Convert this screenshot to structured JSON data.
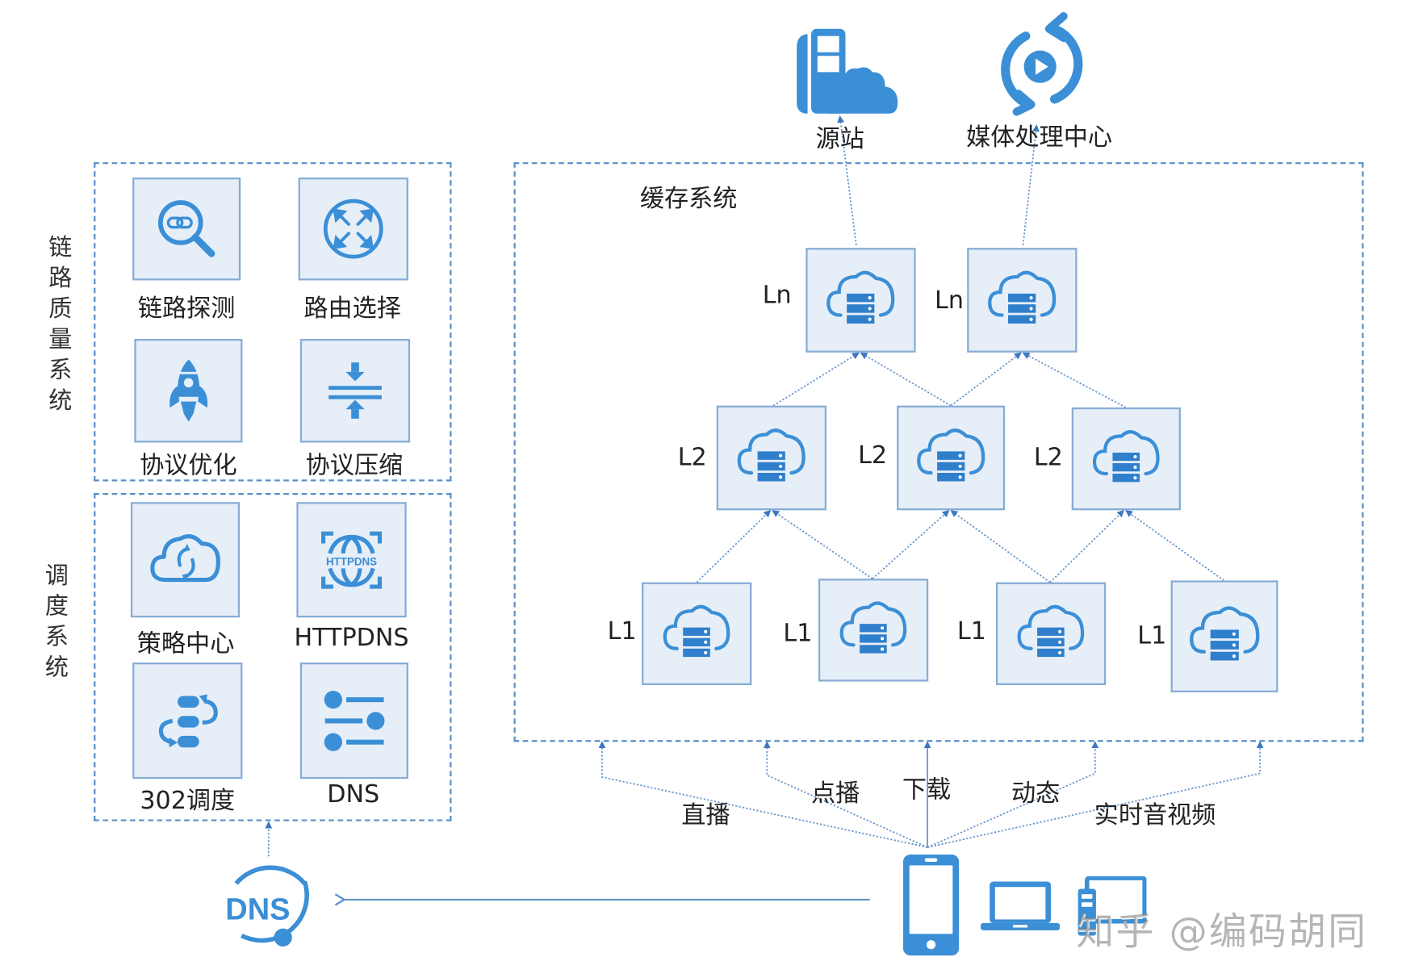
{
  "colors": {
    "icon_blue": "#3b8fd6",
    "tile_fill": "#e6eef8",
    "tile_border": "#86acd6",
    "dash_line": "#5b8fc7"
  },
  "top": {
    "origin": {
      "label": "源站",
      "icon": "origin-server-cloud-icon"
    },
    "media": {
      "label": "媒体处理中心",
      "icon": "media-processing-icon"
    }
  },
  "link_quality": {
    "title": "链路质量系统",
    "title_chars": [
      "链",
      "路",
      "质",
      "量",
      "系",
      "统"
    ],
    "items": [
      {
        "label": "链路探测",
        "icon": "link-search-icon"
      },
      {
        "label": "路由选择",
        "icon": "route-select-icon"
      },
      {
        "label": "协议优化",
        "icon": "rocket-icon"
      },
      {
        "label": "协议压缩",
        "icon": "compress-icon"
      }
    ]
  },
  "scheduling": {
    "title": "调度系统",
    "title_chars": [
      "调",
      "度",
      "系",
      "统"
    ],
    "items": [
      {
        "label": "策略中心",
        "icon": "cloud-sync-icon"
      },
      {
        "label": "HTTPDNS",
        "icon": "httpdns-icon",
        "icon_text": "HTTPDNS"
      },
      {
        "label": "302调度",
        "icon": "redirect-302-icon"
      },
      {
        "label": "DNS",
        "icon": "dns-list-icon"
      }
    ]
  },
  "cache": {
    "title": "缓存系统",
    "tiers": [
      {
        "label": "Ln",
        "count": 2
      },
      {
        "label": "L2",
        "count": 3
      },
      {
        "label": "L1",
        "count": 4
      }
    ]
  },
  "flows": [
    "直播",
    "点播",
    "下载",
    "动态",
    "实时音视频"
  ],
  "dns_badge": {
    "text": "DNS"
  },
  "devices": [
    "phone-icon",
    "laptop-icon",
    "desktop-icon"
  ],
  "watermark": "知乎 @编码胡同"
}
